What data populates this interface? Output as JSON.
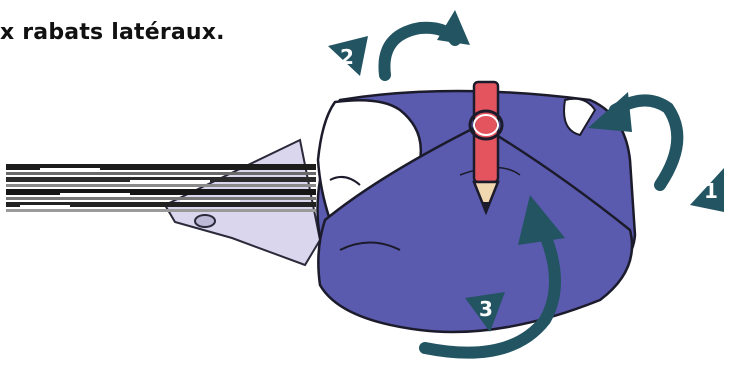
{
  "caption": "x rabats latéraux.",
  "steps": [
    {
      "number": "1",
      "direction": "fold right flap inward"
    },
    {
      "number": "2",
      "direction": "fold top flap over"
    },
    {
      "number": "3",
      "direction": "fold front flap upward"
    }
  ],
  "colors": {
    "cloth": "#5a5aae",
    "cloth_light": "#cfcbe6",
    "arrow": "#235462",
    "pencil": "#e4545e",
    "outline": "#1b1b2b"
  },
  "icons": [
    "pencil-icon",
    "curved-arrow-icon",
    "triangle-marker-icon",
    "brush-icon"
  ]
}
